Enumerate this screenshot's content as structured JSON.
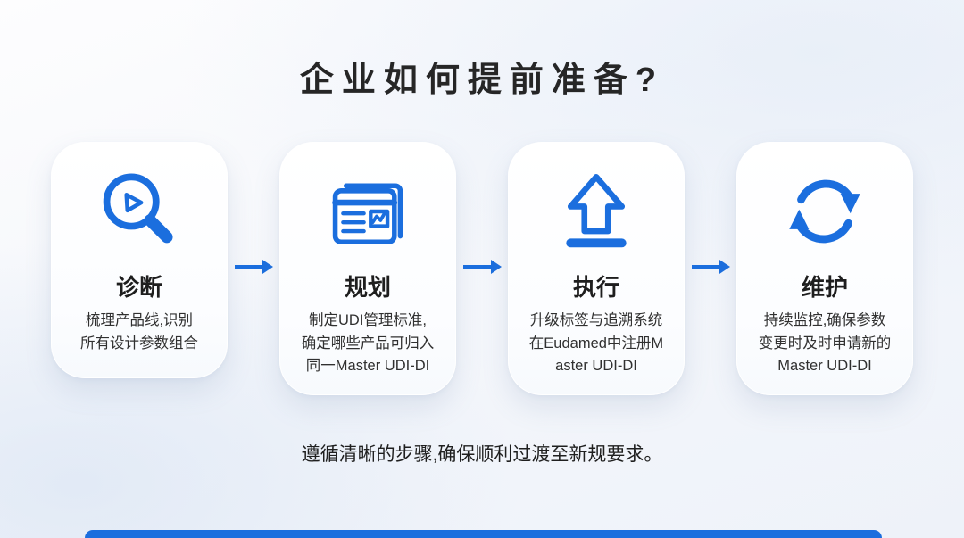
{
  "title": "企业如何提前准备?",
  "colors": {
    "accent": "#1b6ede",
    "title_text": "#262626",
    "body_text": "#303030"
  },
  "steps": [
    {
      "icon": "magnifier-icon",
      "title": "诊断",
      "lines": [
        "梳理产品线,识别",
        "所有设计参数组合",
        ""
      ]
    },
    {
      "icon": "notebook-plan-icon",
      "title": "规划",
      "lines": [
        "制定UDI管理标准,",
        "确定哪些产品可归入",
        "同一Master UDI-DI"
      ]
    },
    {
      "icon": "up-arrow-icon",
      "title": "执行",
      "lines": [
        "升级标签与追溯系统",
        "在Eudamed中注册M",
        "aster UDI-DI"
      ]
    },
    {
      "icon": "refresh-cycle-icon",
      "title": "维护",
      "lines": [
        "持续监控,确保参数",
        "变更时及时申请新的",
        "Master UDI-DI"
      ]
    }
  ],
  "footer": "遵循清晰的步骤,确保顺利过渡至新规要求。"
}
